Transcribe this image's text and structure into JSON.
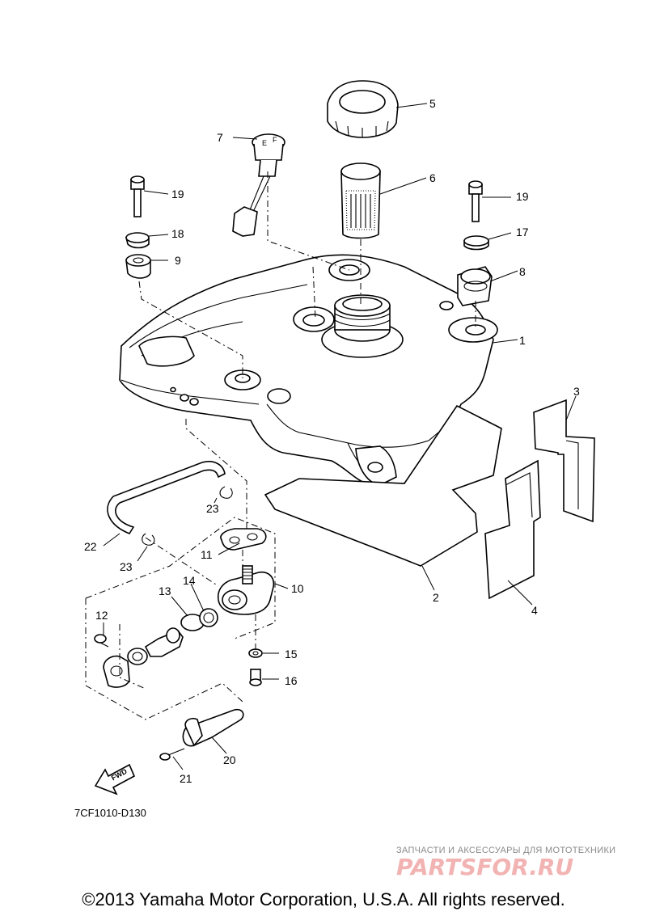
{
  "diagram": {
    "code": "7CF1010-D130",
    "fwd_label": "FWD",
    "callouts": [
      "1",
      "2",
      "3",
      "4",
      "5",
      "6",
      "7",
      "8",
      "9",
      "10",
      "11",
      "12",
      "13",
      "14",
      "15",
      "16",
      "17",
      "18",
      "19",
      "19",
      "20",
      "21",
      "22",
      "23",
      "23"
    ],
    "gauge_marks": [
      "E",
      "F"
    ]
  },
  "watermark": {
    "subtitle": "ЗАПЧАСТИ И АКСЕССУАРЫ ДЛЯ МОТОТЕХНИКИ",
    "logo_text": "PARTSFOR.RU"
  },
  "footer": {
    "copyright": "©2013 Yamaha Motor Corporation, U.S.A. All rights reserved."
  },
  "colors": {
    "line": "#000000",
    "watermark_logo": "#f2b3b3",
    "watermark_text": "#8a8a8a"
  }
}
